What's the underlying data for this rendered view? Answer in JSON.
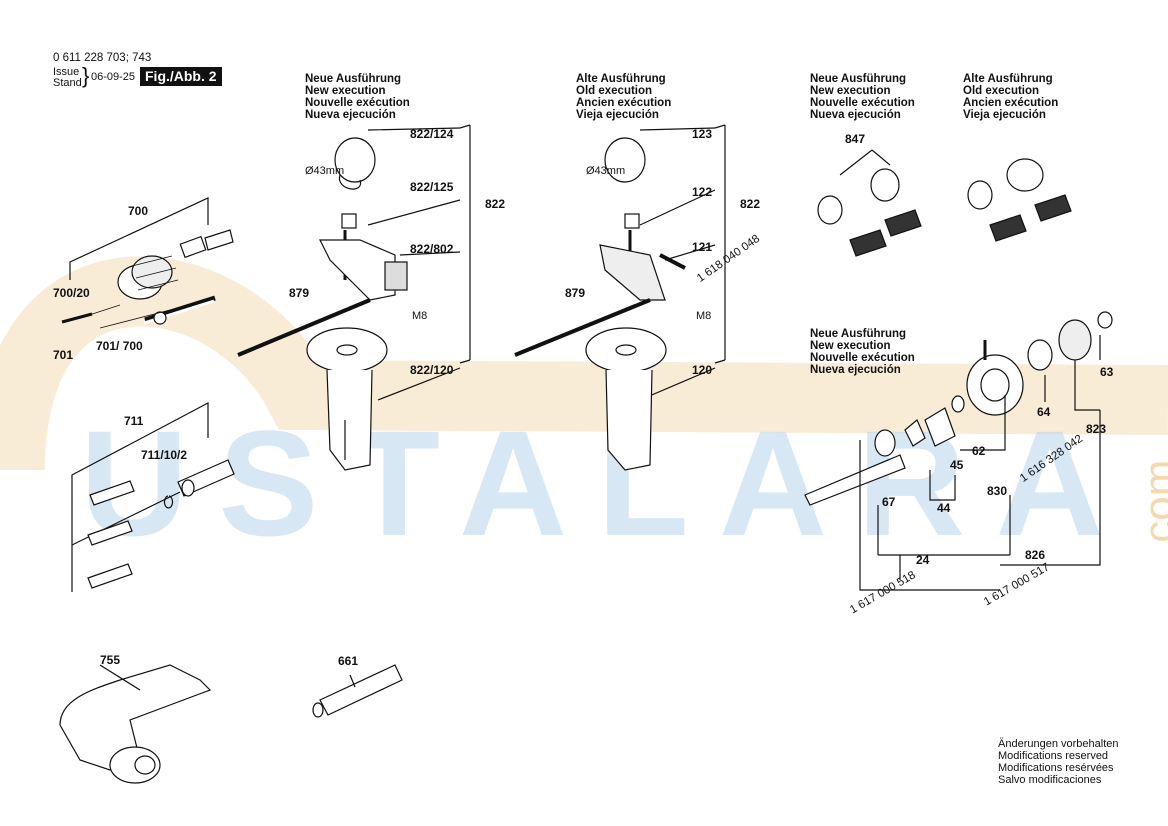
{
  "watermark": {
    "text": "USTALARA",
    "suffix": ".com"
  },
  "header": {
    "part_number": "0 611 228 703; 743",
    "issue_label": "Issue",
    "stand_label": "Stand",
    "date": "06-09-25",
    "figure": "Fig./Abb. 2"
  },
  "sections": {
    "new_execution": [
      "Neue Ausführung",
      "New execution",
      "Nouvelle exécution",
      "Nueva ejecución"
    ],
    "old_execution": [
      "Alte Ausführung",
      "Old execution",
      "Ancien exécution",
      "Vieja ejecución"
    ]
  },
  "part_labels": {
    "p700": "700",
    "p700_20": "700/20",
    "p701": "701",
    "p701_700": "701/ 700",
    "p711": "711",
    "p711_10_2": "711/10/2",
    "p755": "755",
    "p661": "661",
    "p879a": "879",
    "p879b": "879",
    "m8a": "M8",
    "m8b": "M8",
    "d43a": "Ø43mm",
    "d43b": "Ø43mm",
    "p822_124": "822/124",
    "p822_125": "822/125",
    "p822_802": "822/802",
    "p822_120": "822/120",
    "p822a": "822",
    "p123": "123",
    "p122": "122",
    "p121": "121",
    "p120": "120",
    "p822b": "822",
    "p847": "847",
    "p63": "63",
    "p64": "64",
    "p62": "62",
    "p45": "45",
    "p44": "44",
    "p67": "67",
    "p24": "24",
    "p830": "830",
    "p823": "823",
    "p826": "826"
  },
  "order_numbers": {
    "handle_old": "1 618 040 048",
    "gear_set": "1 616 328 042",
    "kit_24": "1 617 000 518",
    "kit_826": "1 617 000 517"
  },
  "footer_note": [
    "Änderungen vorbehalten",
    "Modifications reserved",
    "Modifications resérvées",
    "Salvo modificaciones"
  ]
}
